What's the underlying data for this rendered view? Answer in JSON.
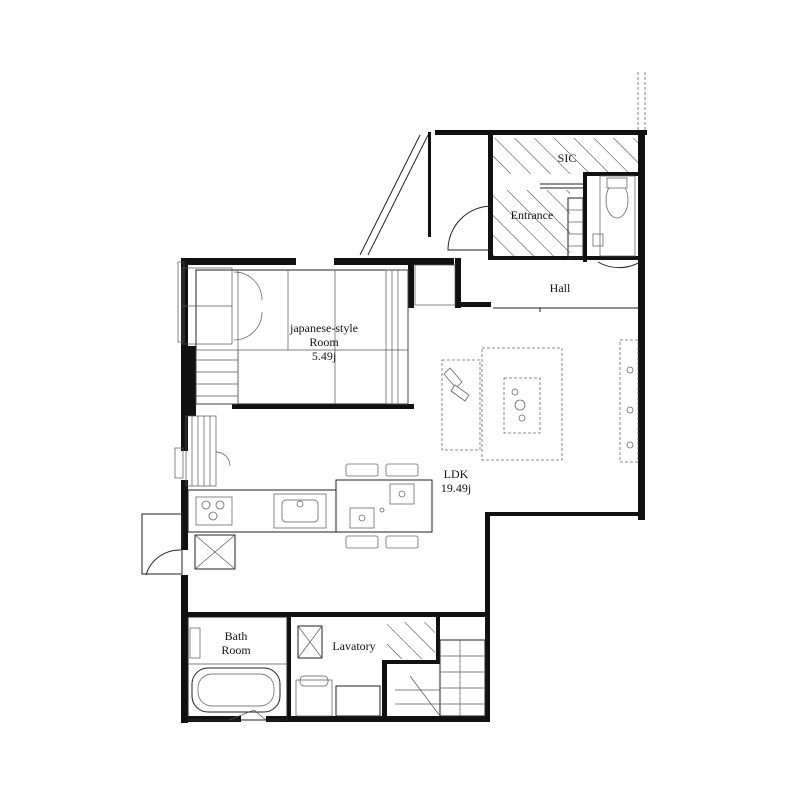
{
  "plan": {
    "rooms": {
      "sic": "SIC",
      "entrance": "Entrance",
      "hall": "Hall",
      "japanese_room": [
        "japanese-style",
        "Room",
        "5.49j"
      ],
      "ldk": [
        "LDK",
        "19.49j"
      ],
      "bath_room": [
        "Bath",
        "Room"
      ],
      "lavatory": "Lavatory"
    }
  }
}
